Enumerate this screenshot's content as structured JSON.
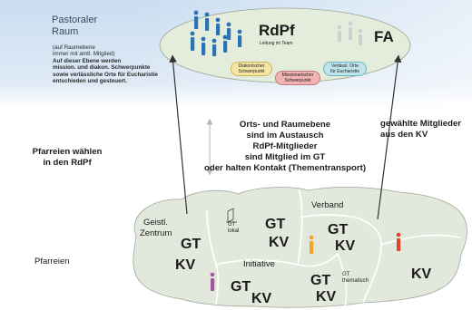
{
  "top": {
    "title_line1": "Pastoraler",
    "title_line2": "Raum",
    "note_line1": "(auf Raumebene",
    "note_line2": "immer mit amtl. Mitglied)",
    "note_line3": "Auf dieser Ebene werden",
    "note_line4": "mission. und diakon. Schwerpunkte",
    "note_line5": "sowie verlässliche Orte für Eucharistie",
    "note_line6": "entschieden und gesteuert.",
    "rdpf_title": "RdPf",
    "rdpf_subtitle": "Leitung im Team",
    "fa_title": "FA",
    "pill1_line1": "Diakonischer",
    "pill1_line2": "Schwerpunkt",
    "pill2_line1": "Missionarischer",
    "pill2_line2": "Schwerpunkt",
    "pill3_line1": "Verlässl. Orte",
    "pill3_line2": "für Eucharistie"
  },
  "middle": {
    "exchange_line1": "Orts- und Raumebene",
    "exchange_line2": "sind im Austausch",
    "exchange_line3": "RdPf-Mitglieder",
    "exchange_line4": "sind Mitglied im GT",
    "exchange_line5": "oder halten Kontakt (Thementransport)",
    "elected_line1": "gewählte Mitglieder",
    "elected_line2": "aus den KV",
    "parishes_elect_line1": "Pfarreien wählen",
    "parishes_elect_line2": "in den RdPf"
  },
  "bottom": {
    "parishes_label": "Pfarreien",
    "geistl_line1": "Geistl.",
    "geistl_line2": "Zentrum",
    "gt_lokal_line1": "GT",
    "gt_lokal_line2": "lokal",
    "verband": "Verband",
    "initiative": "Initiative",
    "gt_thematisch_line1": "GT",
    "gt_thematisch_line2": "thematisch",
    "gt": "GT",
    "kv": "KV"
  },
  "colors": {
    "sky_top": "#c9ddf1",
    "sky_bottom": "#ffffff",
    "ellipse_fill": "#e4ecdb",
    "land_fill": "#e3e8dd",
    "person_blue": "#2a74b6",
    "person_grey": "#cfcfcf",
    "pill_yellow": "#f6e6a6",
    "pill_red": "#f2b3b3",
    "pill_cyan": "#bfe5ec",
    "icon_orange": "#f4a328",
    "icon_red": "#e3402e",
    "icon_purple": "#a4559f"
  }
}
